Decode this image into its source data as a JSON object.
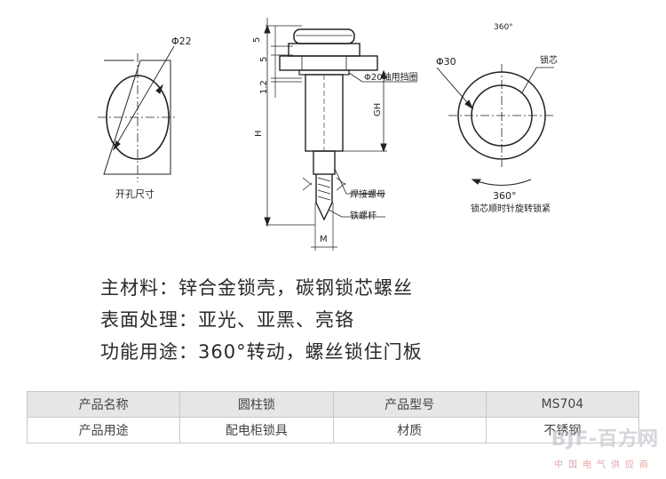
{
  "drawing": {
    "cutout": {
      "diameter_label": "Φ22",
      "caption": "开孔尺寸"
    },
    "side_view": {
      "dim_top_5": "5",
      "dim_mid_5": "5",
      "dim_1_2": "1.2",
      "dim_h": "H",
      "dim_gh": "GH",
      "dim_m": "M",
      "label_retaining_ring": "Φ20轴用挡圈",
      "label_weld_nut": "焊接螺母",
      "label_iron_rod": "铁螺杆"
    },
    "front_view": {
      "angle_top": "360°",
      "diameter_label": "Φ30",
      "label_core": "锁芯",
      "angle_bottom": "360°",
      "caption": "锁芯顺时针旋转锁紧"
    }
  },
  "specs": [
    "主材料：锌合金锁壳，碳钢锁芯螺丝",
    "表面处理：亚光、亚黑、亮铬",
    "功能用途：360°转动，螺丝锁住门板"
  ],
  "table": {
    "rows": [
      [
        "产品名称",
        "圆柱锁",
        "产品型号",
        "MS704"
      ],
      [
        "产品用途",
        "配电柜锁具",
        "材质",
        "不锈钢"
      ]
    ]
  },
  "watermark": {
    "text": "BJF-百方网",
    "sub": "中国电气供应商"
  }
}
